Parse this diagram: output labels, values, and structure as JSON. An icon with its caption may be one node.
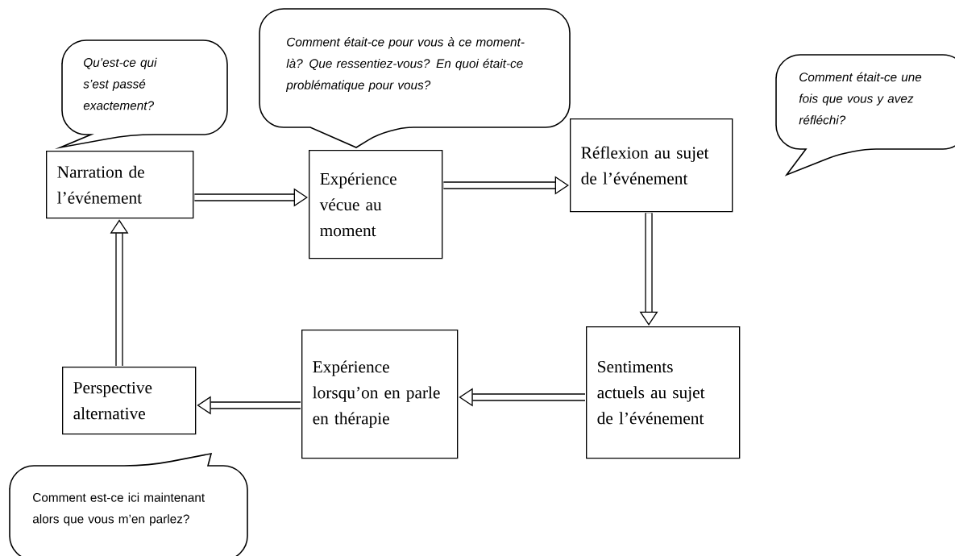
{
  "diagram": {
    "nodes": [
      {
        "text": [
          "Qu’est-ce qui s’est passé exactement?"
        ]
      },
      {
        "text": [
          "Comment était-ce pour vous à ce moment-là? Que ressentiez-vous? En quoi était-ce problématique pour vous?"
        ]
      },
      {
        "text": [
          "Comment était-ce une fois que vous y avez réfléchi?"
        ]
      },
      {
        "text": [
          "Narration de l’événement"
        ]
      },
      {
        "text": [
          "Expérience vécue au moment"
        ]
      },
      {
        "text": [
          "Réflexion au sujet de l’événement"
        ]
      },
      {
        "text": [
          "Expérience lorsqu’on en parle en thérapie"
        ]
      },
      {
        "text": [
          "Sentiments actuels au sujet de l’événement"
        ]
      },
      {
        "text": [
          "Perspective alternative"
        ]
      },
      {
        "text": [
          "Comment est-ce ici maintenant alors que vous m’en parlez?"
        ]
      }
    ],
    "edges": [
      {
        "from": 3,
        "to": 4,
        "arrow": "to"
      },
      {
        "from": 4,
        "to": 5,
        "arrow": "to"
      },
      {
        "from": 5,
        "to": 7,
        "arrow": "to"
      },
      {
        "from": 7,
        "to": 6,
        "arrow": "to"
      },
      {
        "from": 6,
        "to": 8,
        "arrow": "to"
      },
      {
        "from": 8,
        "to": 3,
        "arrow": "to"
      }
    ]
  }
}
